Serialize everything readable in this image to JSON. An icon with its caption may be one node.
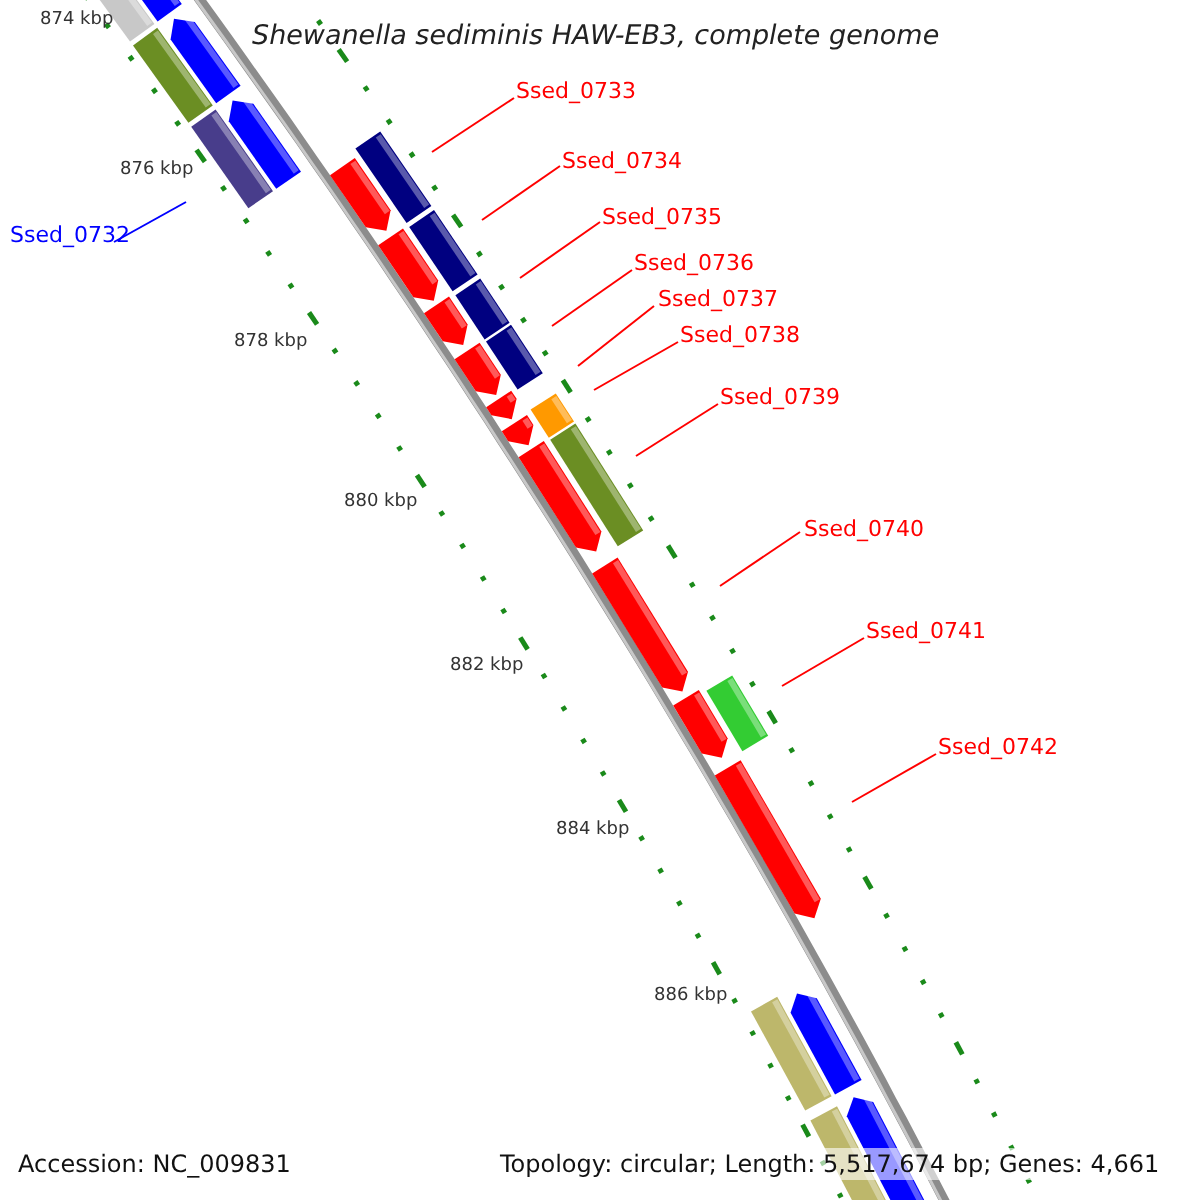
{
  "diagram": {
    "title": "Shewanella sediminis HAW-EB3, complete genome",
    "nodes": [
      {
        "text": [
          "Ssed_0732"
        ]
      },
      {
        "text": [
          "Ssed_0733"
        ]
      },
      {
        "text": [
          "Ssed_0734"
        ]
      },
      {
        "text": [
          "Ssed_0735"
        ]
      },
      {
        "text": [
          "Ssed_0736"
        ]
      },
      {
        "text": [
          "Ssed_0737"
        ]
      },
      {
        "text": [
          "Ssed_0738"
        ]
      },
      {
        "text": [
          "Ssed_0739"
        ]
      },
      {
        "text": [
          "Ssed_0740"
        ]
      },
      {
        "text": [
          "Ssed_0741"
        ]
      },
      {
        "text": [
          "Ssed_0742"
        ]
      }
    ],
    "edges": [
      {
        "from": 0,
        "to": null,
        "arrow": "none",
        "color": "#0000ff"
      },
      {
        "from": 1,
        "to": null,
        "arrow": "none"
      },
      {
        "from": 2,
        "to": null,
        "arrow": "none"
      },
      {
        "from": 3,
        "to": null,
        "arrow": "none"
      },
      {
        "from": 4,
        "to": null,
        "arrow": "none"
      },
      {
        "from": 5,
        "to": null,
        "arrow": "none"
      },
      {
        "from": 6,
        "to": null,
        "arrow": "none"
      },
      {
        "from": 7,
        "to": null,
        "arrow": "none"
      },
      {
        "from": 8,
        "to": null,
        "arrow": "none"
      },
      {
        "from": 9,
        "to": null,
        "arrow": "none"
      },
      {
        "from": 10,
        "to": null,
        "arrow": "none"
      }
    ],
    "labels": [
      "874 kbp",
      "876 kbp",
      "878 kbp",
      "880 kbp",
      "882 kbp",
      "884 kbp",
      "886 kbp",
      "Accession: NC_009831",
      "Topology: circular; Length: 5,517,674 bp; Genes: 4,661"
    ]
  }
}
